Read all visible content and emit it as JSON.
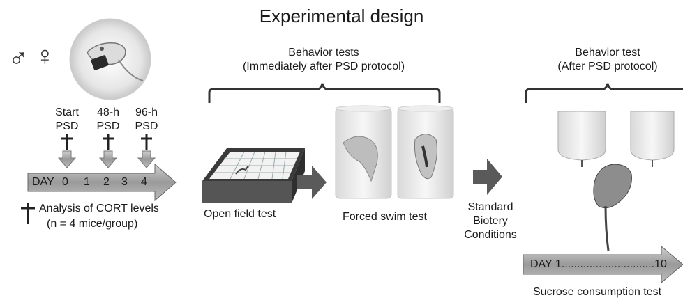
{
  "title": "Experimental design",
  "sex_symbols": {
    "male": "♂",
    "female": "♀"
  },
  "timeline1": {
    "markers": [
      {
        "line1": "Start",
        "line2": "PSD"
      },
      {
        "line1": "48-h",
        "line2": "PSD"
      },
      {
        "line1": "96-h",
        "line2": "PSD"
      }
    ],
    "day_label": "DAY",
    "days": [
      "0",
      "1",
      "2",
      "3",
      "4"
    ]
  },
  "cort_legend": {
    "cross_symbol": "†",
    "line1": "Analysis of CORT levels",
    "line2": "(n = 4 mice/group)"
  },
  "behavior_tests": {
    "line1": "Behavior tests",
    "line2": "(Immediately  after PSD protocol)",
    "open_field": "Open field test",
    "forced_swim": "Forced swim test"
  },
  "standard_conditions": {
    "line1": "Standard",
    "line2": "Biotery",
    "line3": "Conditions"
  },
  "behavior_test2": {
    "line1": "Behavior test",
    "line2": "(After PSD protocol)",
    "timeline_label": "DAY 1..............................10",
    "sucrose": "Sucrose consumption test"
  },
  "colors": {
    "arrow_gray": "#9e9e9e",
    "dark_gray": "#4a4a4a",
    "grid_white": "#ffffff"
  }
}
